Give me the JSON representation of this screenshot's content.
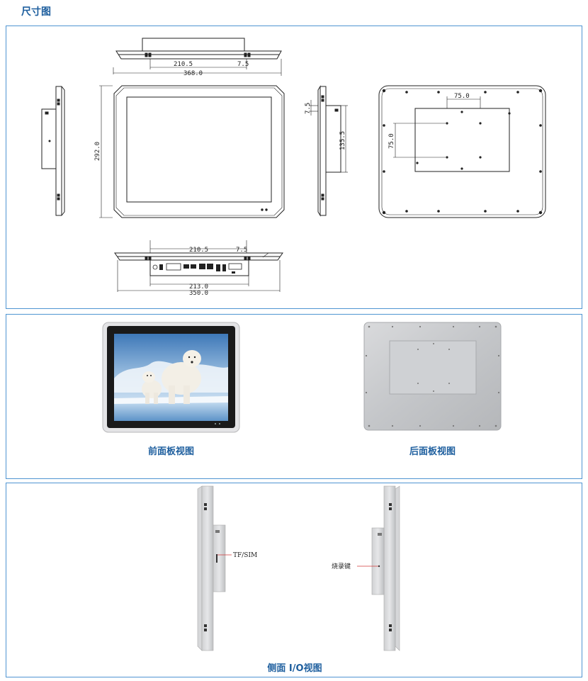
{
  "header": {
    "title": "尺寸图"
  },
  "dimensions": {
    "top_view": {
      "offset_a": "210.5",
      "offset_b": "7.5",
      "overall_width": "368.0"
    },
    "front_view": {
      "overall_height": "292.0"
    },
    "right_view": {
      "small_offset": "7.5",
      "bracket_height": "135.5"
    },
    "rear_view": {
      "hole_spacing_h": "75.0",
      "hole_spacing_v": "75.0"
    },
    "bottom_view": {
      "offset_a": "210.5",
      "offset_b": "7.5",
      "io_width": "213.0",
      "overall_width": "350.0"
    }
  },
  "photos": {
    "front_caption": "前面板视图",
    "rear_caption": "后面板视图"
  },
  "side_io": {
    "caption": "侧面 I/O视图",
    "left_label": "TF/SIM",
    "right_label": "烧录键"
  },
  "colors": {
    "accent": "#1d5e9e",
    "border": "#4f95d2"
  }
}
